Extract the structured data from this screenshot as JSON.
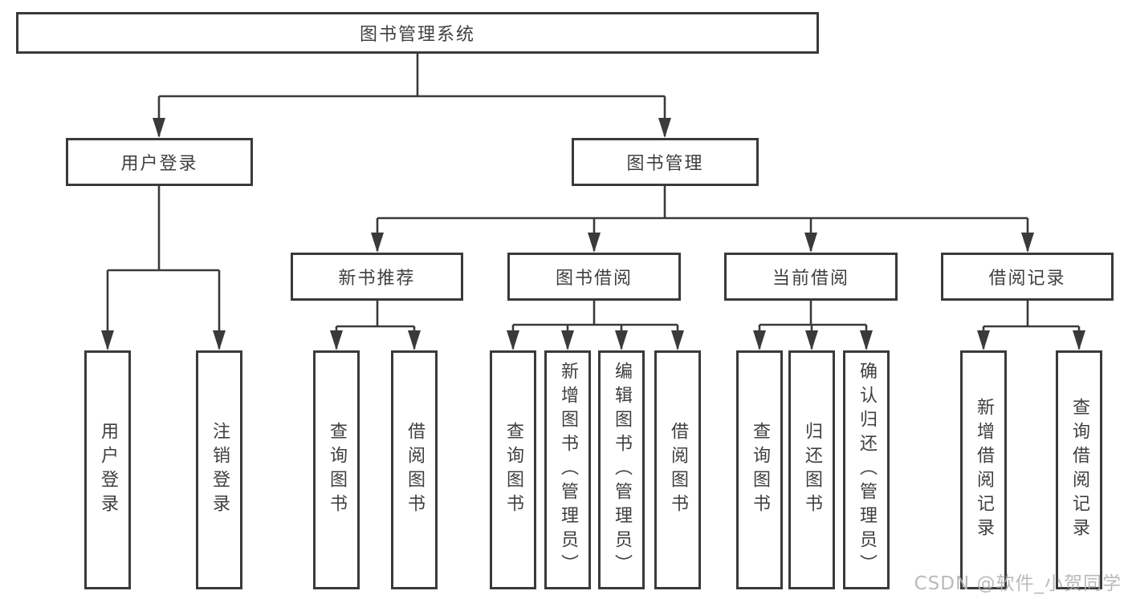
{
  "diagram": {
    "root": {
      "label": "图书管理系统"
    },
    "level2": [
      {
        "label": "用户登录"
      },
      {
        "label": "图书管理"
      }
    ],
    "level3": [
      {
        "label": "新书推荐"
      },
      {
        "label": "图书借阅"
      },
      {
        "label": "当前借阅"
      },
      {
        "label": "借阅记录"
      }
    ],
    "leaves": {
      "user_login": [
        {
          "label": "用户登录"
        },
        {
          "label": "注销登录"
        }
      ],
      "new_books": [
        {
          "label": "查询图书"
        },
        {
          "label": "借阅图书"
        }
      ],
      "book_borrow": [
        {
          "label": "查询图书"
        },
        {
          "label": "新增图书（管理员）"
        },
        {
          "label": "编辑图书（管理员）"
        },
        {
          "label": "借阅图书"
        }
      ],
      "current_borrow": [
        {
          "label": "查询图书"
        },
        {
          "label": "归还图书"
        },
        {
          "label": "确认归还（管理员）"
        }
      ],
      "borrow_records": [
        {
          "label": "新增借阅记录"
        },
        {
          "label": "查询借阅记录"
        }
      ]
    }
  },
  "watermark": {
    "text": "CSDN @软件_小贺同学"
  },
  "colors": {
    "line": "#3a3a3a",
    "box_border": "#3a3a3a",
    "box_fill": "#ffffff",
    "text": "#3f3f3f",
    "watermark": "#b2b2b2",
    "background": "#ffffff"
  }
}
